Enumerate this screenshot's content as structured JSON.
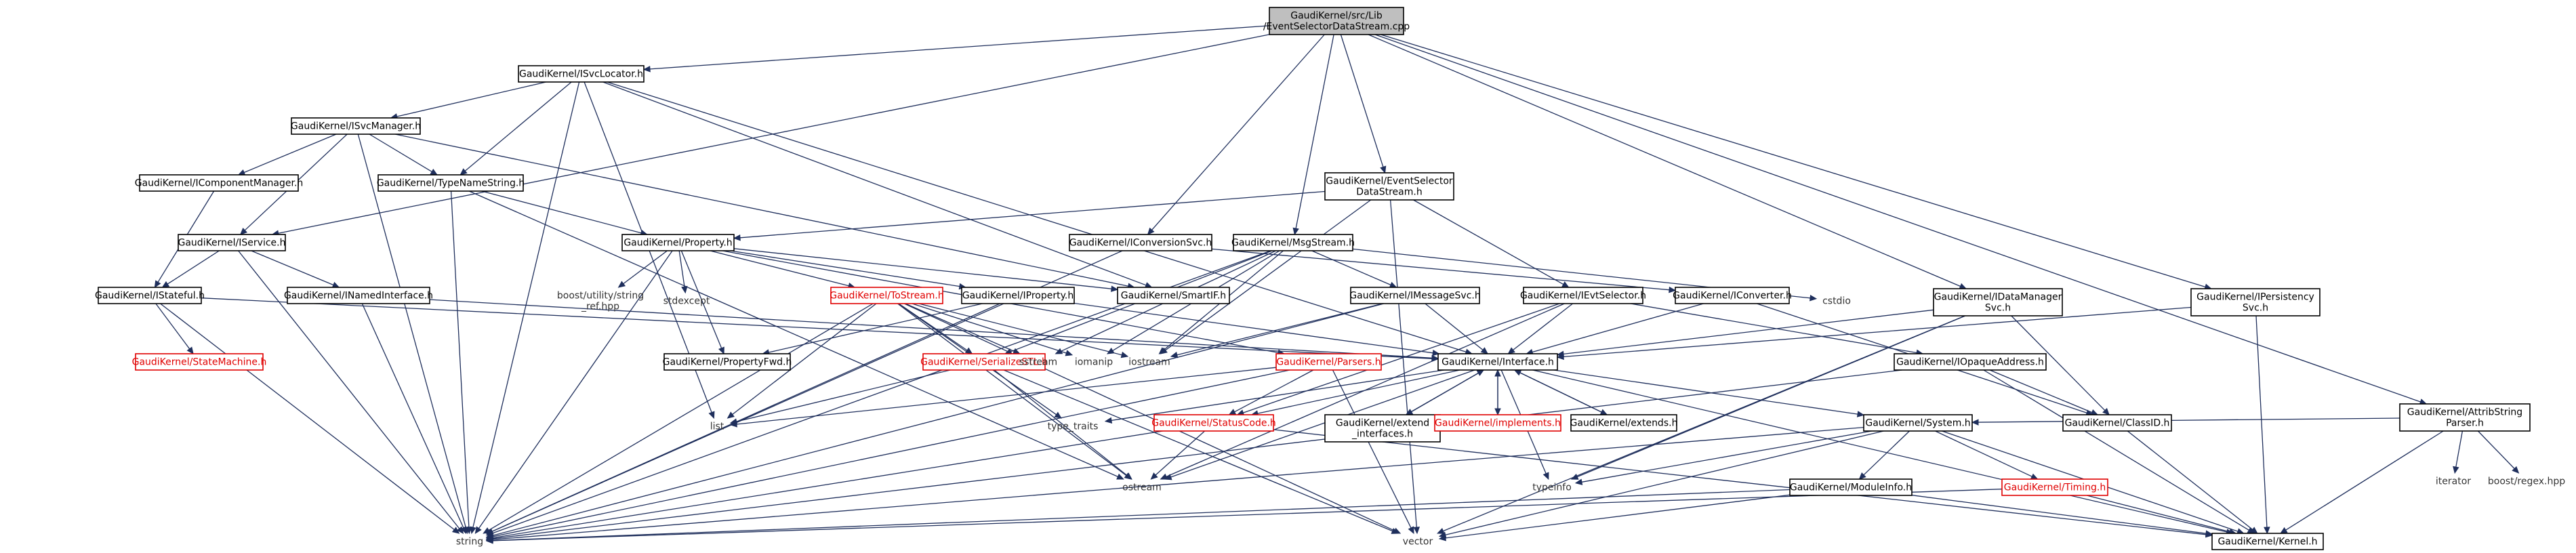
{
  "diagram": {
    "type": "include-dependency-graph",
    "colors": {
      "edge": "#1f2f5c",
      "root_fill": "#bfbfbf",
      "missing_doc_text": "#e00000"
    },
    "nodes": [
      {
        "id": "root",
        "lines": [
          "GaudiKernel/src/Lib",
          "/EventSelectorDataStream.cpp"
        ],
        "style": "root"
      },
      {
        "id": "isvclocator",
        "lines": [
          "GaudiKernel/ISvcLocator.h"
        ],
        "style": "plain"
      },
      {
        "id": "isvcmanager",
        "lines": [
          "GaudiKernel/ISvcManager.h"
        ],
        "style": "plain"
      },
      {
        "id": "icomponentmanager",
        "lines": [
          "GaudiKernel/IComponentManager.h"
        ],
        "style": "plain"
      },
      {
        "id": "typenamestring",
        "lines": [
          "GaudiKernel/TypeNameString.h"
        ],
        "style": "plain"
      },
      {
        "id": "iservice",
        "lines": [
          "GaudiKernel/IService.h"
        ],
        "style": "plain"
      },
      {
        "id": "istateful",
        "lines": [
          "GaudiKernel/IStateful.h"
        ],
        "style": "plain"
      },
      {
        "id": "statemachine",
        "lines": [
          "GaudiKernel/StateMachine.h"
        ],
        "style": "red"
      },
      {
        "id": "inamedinterface",
        "lines": [
          "GaudiKernel/INamedInterface.h"
        ],
        "style": "plain"
      },
      {
        "id": "property",
        "lines": [
          "GaudiKernel/Property.h"
        ],
        "style": "plain"
      },
      {
        "id": "boost_string_ref",
        "lines": [
          "boost/utility/string",
          "_ref.hpp"
        ],
        "style": "bare"
      },
      {
        "id": "stdexcept",
        "lines": [
          "stdexcept"
        ],
        "style": "bare"
      },
      {
        "id": "tostream",
        "lines": [
          "GaudiKernel/ToStream.h"
        ],
        "style": "red"
      },
      {
        "id": "iproperty",
        "lines": [
          "GaudiKernel/IProperty.h"
        ],
        "style": "plain"
      },
      {
        "id": "propertyfwd",
        "lines": [
          "GaudiKernel/PropertyFwd.h"
        ],
        "style": "plain"
      },
      {
        "id": "serializestl",
        "lines": [
          "GaudiKernel/SerializeSTL.h"
        ],
        "style": "red"
      },
      {
        "id": "sstream",
        "lines": [
          "sstream"
        ],
        "style": "bare"
      },
      {
        "id": "iomanip",
        "lines": [
          "iomanip"
        ],
        "style": "bare"
      },
      {
        "id": "iostream",
        "lines": [
          "iostream"
        ],
        "style": "bare"
      },
      {
        "id": "parsers",
        "lines": [
          "GaudiKernel/Parsers.h"
        ],
        "style": "red"
      },
      {
        "id": "iconversionsvc",
        "lines": [
          "GaudiKernel/IConversionSvc.h"
        ],
        "style": "plain"
      },
      {
        "id": "msgstream",
        "lines": [
          "GaudiKernel/MsgStream.h"
        ],
        "style": "plain"
      },
      {
        "id": "eventselectordatastream",
        "lines": [
          "GaudiKernel/EventSelector",
          "DataStream.h"
        ],
        "style": "plain"
      },
      {
        "id": "smartif",
        "lines": [
          "GaudiKernel/SmartIF.h"
        ],
        "style": "plain"
      },
      {
        "id": "imessagesvc",
        "lines": [
          "GaudiKernel/IMessageSvc.h"
        ],
        "style": "plain"
      },
      {
        "id": "ievtselector",
        "lines": [
          "GaudiKernel/IEvtSelector.h"
        ],
        "style": "plain"
      },
      {
        "id": "iconverter",
        "lines": [
          "GaudiKernel/IConverter.h"
        ],
        "style": "plain"
      },
      {
        "id": "cstdio",
        "lines": [
          "cstdio"
        ],
        "style": "bare"
      },
      {
        "id": "interface",
        "lines": [
          "GaudiKernel/Interface.h"
        ],
        "style": "plain"
      },
      {
        "id": "statuscode",
        "lines": [
          "GaudiKernel/StatusCode.h"
        ],
        "style": "red"
      },
      {
        "id": "extend_interfaces",
        "lines": [
          "GaudiKernel/extend",
          "_interfaces.h"
        ],
        "style": "plain"
      },
      {
        "id": "implements",
        "lines": [
          "GaudiKernel/implements.h"
        ],
        "style": "red"
      },
      {
        "id": "extends",
        "lines": [
          "GaudiKernel/extends.h"
        ],
        "style": "plain"
      },
      {
        "id": "system",
        "lines": [
          "GaudiKernel/System.h"
        ],
        "style": "plain"
      },
      {
        "id": "moduleinfo",
        "lines": [
          "GaudiKernel/ModuleInfo.h"
        ],
        "style": "plain"
      },
      {
        "id": "timing",
        "lines": [
          "GaudiKernel/Timing.h"
        ],
        "style": "red"
      },
      {
        "id": "idatamanagersvc",
        "lines": [
          "GaudiKernel/IDataManager",
          "Svc.h"
        ],
        "style": "plain"
      },
      {
        "id": "iopaqueaddress",
        "lines": [
          "GaudiKernel/IOpaqueAddress.h"
        ],
        "style": "plain"
      },
      {
        "id": "classid",
        "lines": [
          "GaudiKernel/ClassID.h"
        ],
        "style": "plain"
      },
      {
        "id": "ipersistencysvc",
        "lines": [
          "GaudiKernel/IPersistency",
          "Svc.h"
        ],
        "style": "plain"
      },
      {
        "id": "attribstringparser",
        "lines": [
          "GaudiKernel/AttribString",
          "Parser.h"
        ],
        "style": "plain"
      },
      {
        "id": "iterator",
        "lines": [
          "iterator"
        ],
        "style": "bare"
      },
      {
        "id": "boost_regex",
        "lines": [
          "boost/regex.hpp"
        ],
        "style": "bare"
      },
      {
        "id": "kernel",
        "lines": [
          "GaudiKernel/Kernel.h"
        ],
        "style": "plain"
      },
      {
        "id": "list",
        "lines": [
          "list"
        ],
        "style": "bare"
      },
      {
        "id": "type_traits",
        "lines": [
          "type_traits"
        ],
        "style": "bare"
      },
      {
        "id": "ostream",
        "lines": [
          "ostream"
        ],
        "style": "bare"
      },
      {
        "id": "typeinfo",
        "lines": [
          "typeinfo"
        ],
        "style": "bare"
      },
      {
        "id": "string",
        "lines": [
          "string"
        ],
        "style": "bare"
      },
      {
        "id": "vector",
        "lines": [
          "vector"
        ],
        "style": "bare"
      }
    ],
    "edges": [
      [
        "root",
        "isvclocator"
      ],
      [
        "root",
        "iservice"
      ],
      [
        "root",
        "iconversionsvc"
      ],
      [
        "root",
        "msgstream"
      ],
      [
        "root",
        "eventselectordatastream"
      ],
      [
        "root",
        "idatamanagersvc"
      ],
      [
        "root",
        "ipersistencysvc"
      ],
      [
        "root",
        "attribstringparser"
      ],
      [
        "isvclocator",
        "isvcmanager"
      ],
      [
        "isvclocator",
        "typenamestring"
      ],
      [
        "isvclocator",
        "smartif"
      ],
      [
        "isvclocator",
        "interface"
      ],
      [
        "isvclocator",
        "string"
      ],
      [
        "isvclocator",
        "list"
      ],
      [
        "isvcmanager",
        "icomponentmanager"
      ],
      [
        "isvcmanager",
        "typenamestring"
      ],
      [
        "isvcmanager",
        "iservice"
      ],
      [
        "isvcmanager",
        "smartif"
      ],
      [
        "isvcmanager",
        "string"
      ],
      [
        "icomponentmanager",
        "istateful"
      ],
      [
        "typenamestring",
        "property"
      ],
      [
        "typenamestring",
        "string"
      ],
      [
        "typenamestring",
        "ostream"
      ],
      [
        "iservice",
        "istateful"
      ],
      [
        "iservice",
        "inamedinterface"
      ],
      [
        "iservice",
        "string"
      ],
      [
        "istateful",
        "statemachine"
      ],
      [
        "istateful",
        "interface"
      ],
      [
        "istateful",
        "string"
      ],
      [
        "inamedinterface",
        "interface"
      ],
      [
        "inamedinterface",
        "string"
      ],
      [
        "property",
        "boost_string_ref"
      ],
      [
        "property",
        "stdexcept"
      ],
      [
        "property",
        "tostream"
      ],
      [
        "property",
        "iproperty"
      ],
      [
        "property",
        "smartif"
      ],
      [
        "property",
        "parsers"
      ],
      [
        "property",
        "propertyfwd"
      ],
      [
        "property",
        "string"
      ],
      [
        "tostream",
        "serializestl"
      ],
      [
        "tostream",
        "sstream"
      ],
      [
        "tostream",
        "iomanip"
      ],
      [
        "tostream",
        "iostream"
      ],
      [
        "tostream",
        "list"
      ],
      [
        "tostream",
        "type_traits"
      ],
      [
        "tostream",
        "string"
      ],
      [
        "tostream",
        "vector"
      ],
      [
        "tostream",
        "ostream"
      ],
      [
        "iproperty",
        "propertyfwd"
      ],
      [
        "iproperty",
        "interface"
      ],
      [
        "iproperty",
        "string"
      ],
      [
        "serializestl",
        "list"
      ],
      [
        "serializestl",
        "ostream"
      ],
      [
        "serializestl",
        "vector"
      ],
      [
        "parsers",
        "list"
      ],
      [
        "parsers",
        "statuscode"
      ],
      [
        "parsers",
        "string"
      ],
      [
        "parsers",
        "vector"
      ],
      [
        "iconversionsvc",
        "iconverter"
      ],
      [
        "iconversionsvc",
        "string"
      ],
      [
        "msgstream",
        "imessagesvc"
      ],
      [
        "msgstream",
        "serializestl"
      ],
      [
        "msgstream",
        "iomanip"
      ],
      [
        "msgstream",
        "iostream"
      ],
      [
        "msgstream",
        "sstream"
      ],
      [
        "msgstream",
        "cstdio"
      ],
      [
        "msgstream",
        "string"
      ],
      [
        "eventselectordatastream",
        "property"
      ],
      [
        "eventselectordatastream",
        "ievtselector"
      ],
      [
        "eventselectordatastream",
        "iostream"
      ],
      [
        "eventselectordatastream",
        "vector"
      ],
      [
        "imessagesvc",
        "interface"
      ],
      [
        "imessagesvc",
        "string"
      ],
      [
        "imessagesvc",
        "iostream"
      ],
      [
        "ievtselector",
        "interface"
      ],
      [
        "ievtselector",
        "statuscode"
      ],
      [
        "ievtselector",
        "iopaqueaddress"
      ],
      [
        "ievtselector",
        "ostream"
      ],
      [
        "iconverter",
        "interface"
      ],
      [
        "iconverter",
        "classid"
      ],
      [
        "interface",
        "statuscode"
      ],
      [
        "interface",
        "extend_interfaces"
      ],
      [
        "interface",
        "implements"
      ],
      [
        "interface",
        "extends"
      ],
      [
        "interface",
        "system"
      ],
      [
        "interface",
        "kernel"
      ],
      [
        "interface",
        "typeinfo"
      ],
      [
        "interface",
        "type_traits"
      ],
      [
        "interface",
        "ostream"
      ],
      [
        "extend_interfaces",
        "interface"
      ],
      [
        "implements",
        "interface"
      ],
      [
        "extends",
        "interface"
      ],
      [
        "statuscode",
        "ostream"
      ],
      [
        "statuscode",
        "string"
      ],
      [
        "statuscode",
        "kernel"
      ],
      [
        "system",
        "moduleinfo"
      ],
      [
        "system",
        "timing"
      ],
      [
        "system",
        "kernel"
      ],
      [
        "system",
        "string"
      ],
      [
        "system",
        "vector"
      ],
      [
        "system",
        "typeinfo"
      ],
      [
        "moduleinfo",
        "kernel"
      ],
      [
        "moduleinfo",
        "string"
      ],
      [
        "moduleinfo",
        "vector"
      ],
      [
        "timing",
        "kernel"
      ],
      [
        "timing",
        "string"
      ],
      [
        "idatamanagersvc",
        "interface"
      ],
      [
        "idatamanagersvc",
        "classid"
      ],
      [
        "idatamanagersvc",
        "vector"
      ],
      [
        "idatamanagersvc",
        "typeinfo"
      ],
      [
        "iopaqueaddress",
        "classid"
      ],
      [
        "iopaqueaddress",
        "kernel"
      ],
      [
        "iopaqueaddress",
        "string"
      ],
      [
        "classid",
        "kernel"
      ],
      [
        "ipersistencysvc",
        "interface"
      ],
      [
        "ipersistencysvc",
        "kernel"
      ],
      [
        "attribstringparser",
        "system"
      ],
      [
        "attribstringparser",
        "iterator"
      ],
      [
        "attribstringparser",
        "boost_regex"
      ],
      [
        "attribstringparser",
        "kernel"
      ]
    ]
  }
}
